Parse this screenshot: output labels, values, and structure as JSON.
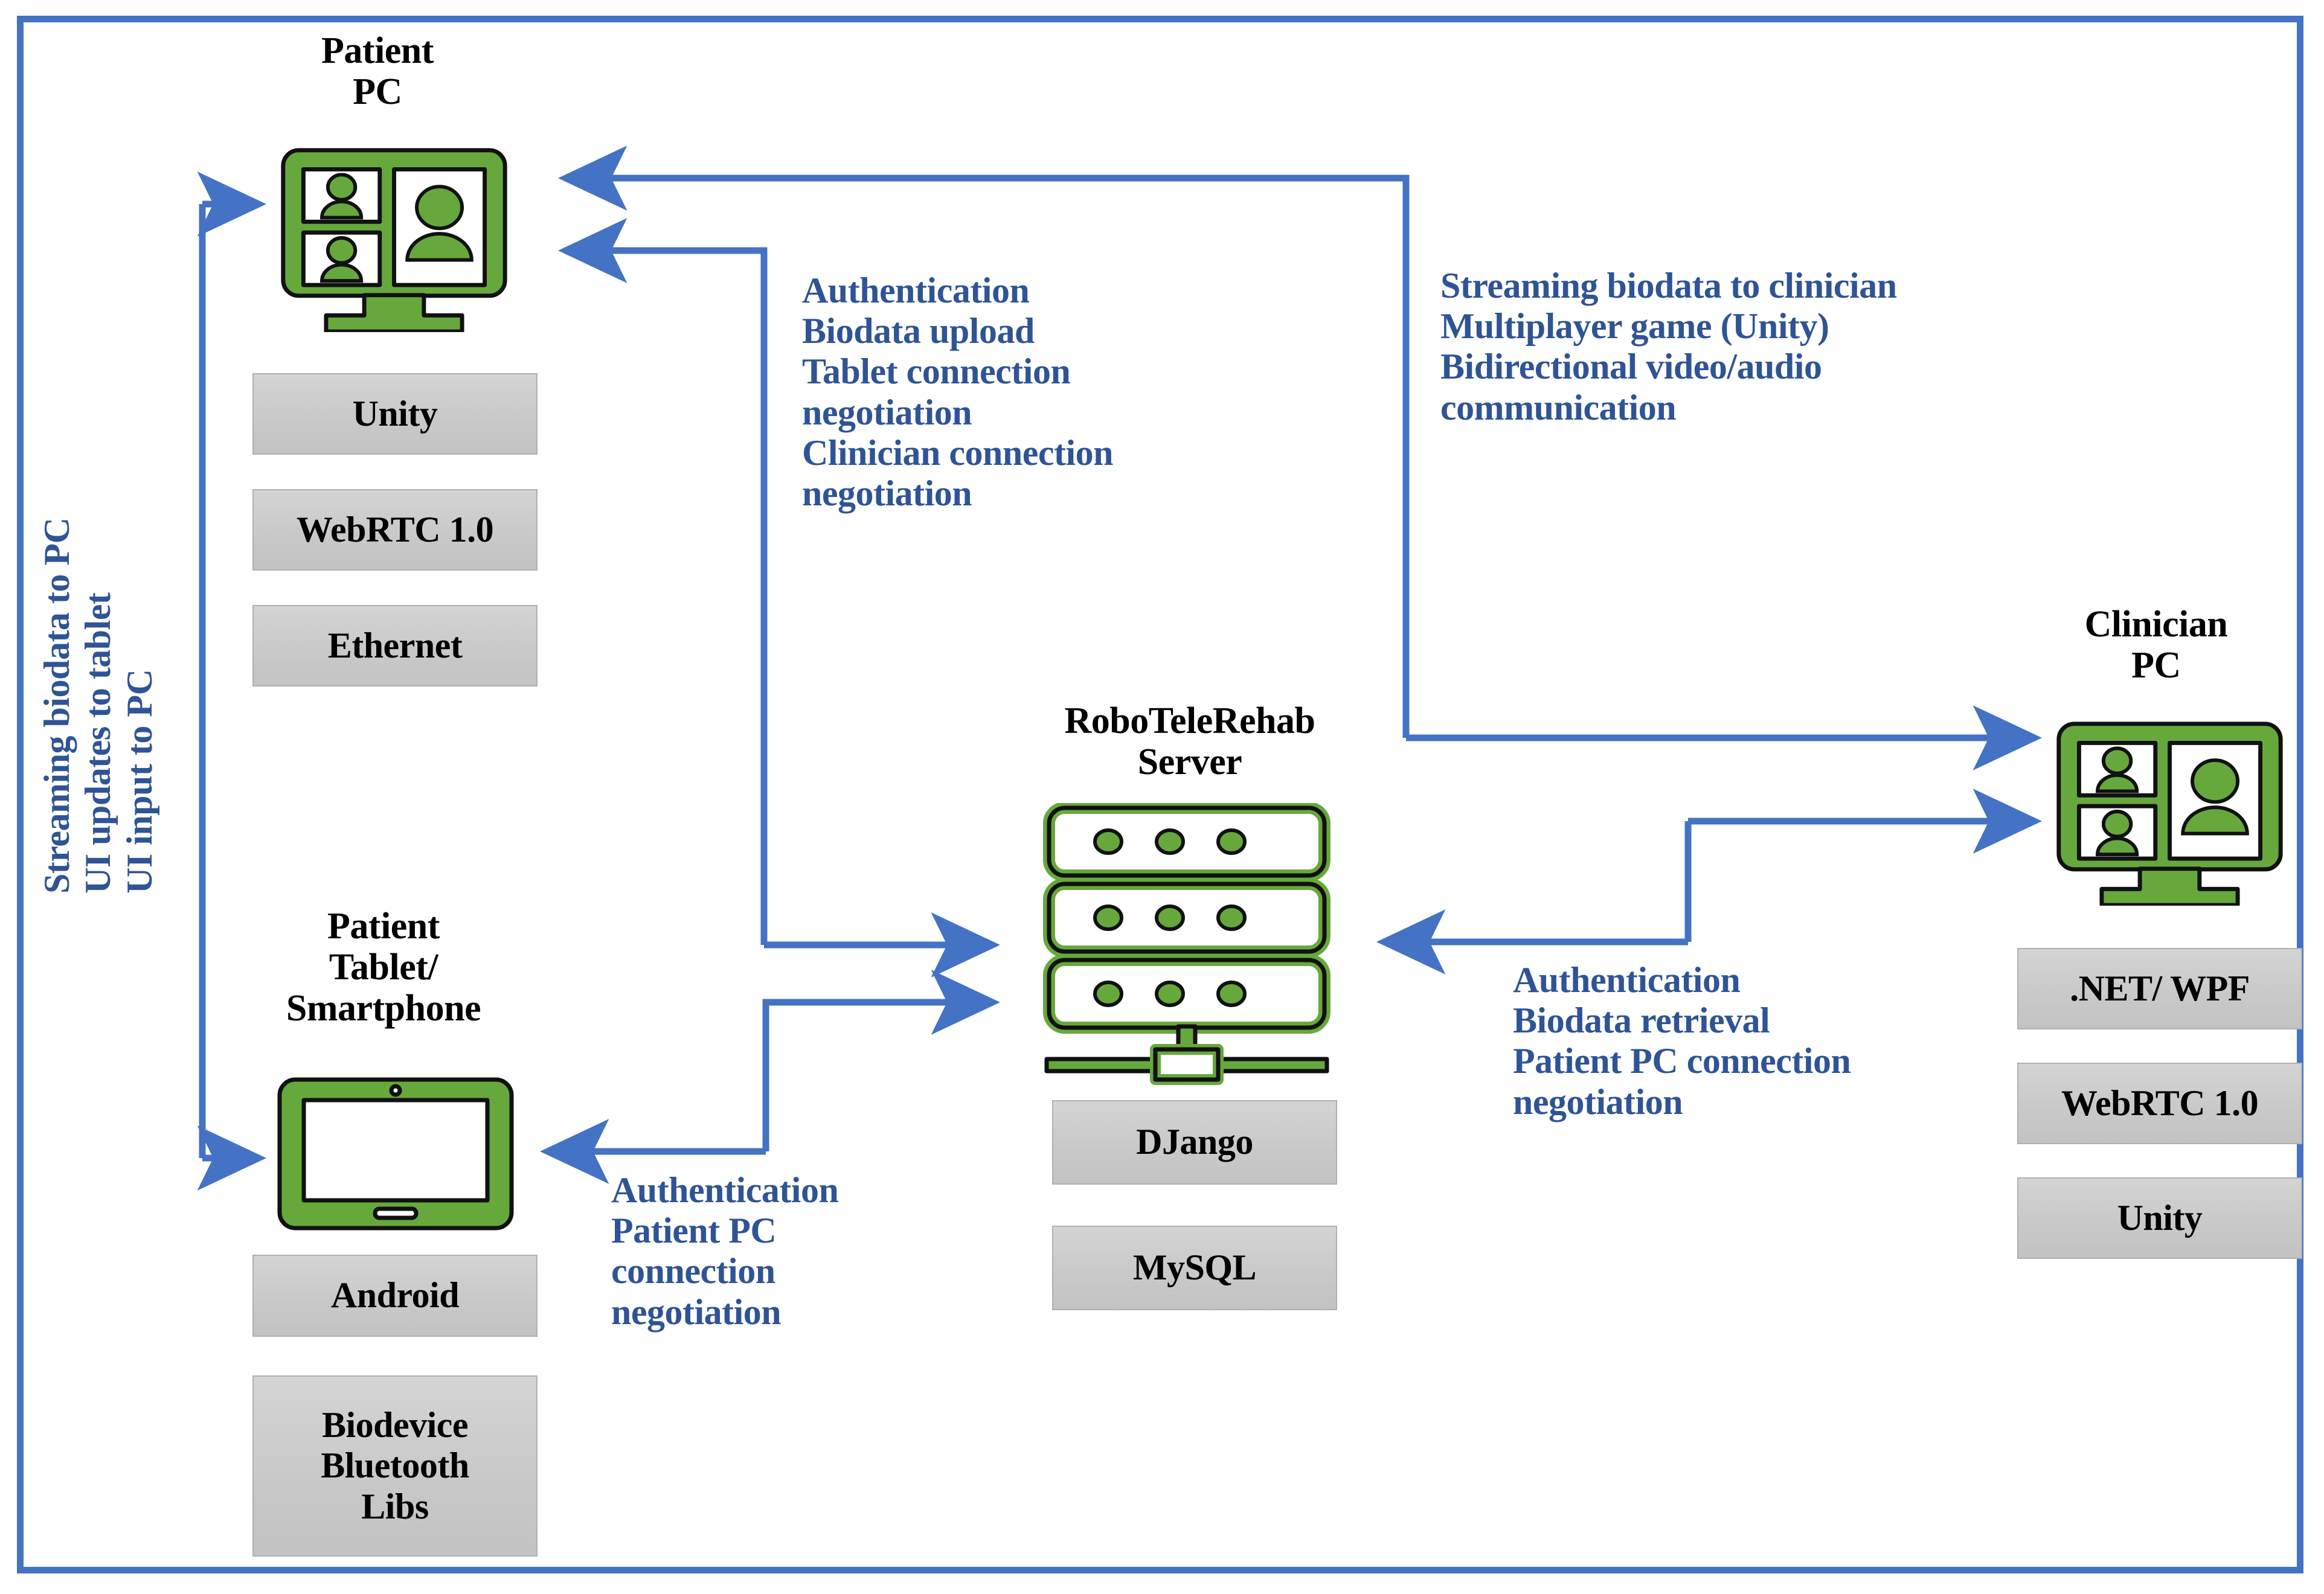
{
  "diagram": {
    "frame_color": "#4472C4",
    "accent_green": "#67A83C",
    "note_blue": "#2F5496",
    "box_gray": "#C9C9C9"
  },
  "nodes": {
    "patient_pc": {
      "title": "Patient\nPC",
      "icon": "desktop-monitor-videocall-icon",
      "stack": [
        "Unity",
        "WebRTC  1.0",
        "Ethernet"
      ]
    },
    "patient_tablet": {
      "title": "Patient\nTablet/\nSmartphone",
      "icon": "tablet-device-icon",
      "stack": [
        "Android",
        "Biodevice\nBluetooth\nLibs"
      ]
    },
    "server": {
      "title": "RoboTeleRehab\nServer",
      "icon": "server-rack-icon",
      "stack": [
        "DJango",
        "MySQL"
      ]
    },
    "clinician_pc": {
      "title": "Clinician\nPC",
      "icon": "desktop-monitor-videocall-icon",
      "stack": [
        ".NET/ WPF",
        "WebRTC 1.0",
        "Unity"
      ]
    }
  },
  "notes": {
    "tablet_to_pc_vertical": "Streaming biodata to PC\nUI updates to tablet\nUI input to PC",
    "pc_to_server": "Authentication\nBiodata upload\nTablet  connection\nnegotiation\nClinician connection\nnegotiation",
    "pc_to_clinician": "Streaming biodata to clinician\nMultiplayer game (Unity)\nBidirectional video/audio\ncommunication",
    "tablet_to_server": "Authentication\nPatient PC\nconnection\nnegotiation",
    "clinician_to_server": "Authentication\nBiodata retrieval\nPatient PC connection\nnegotiation"
  }
}
